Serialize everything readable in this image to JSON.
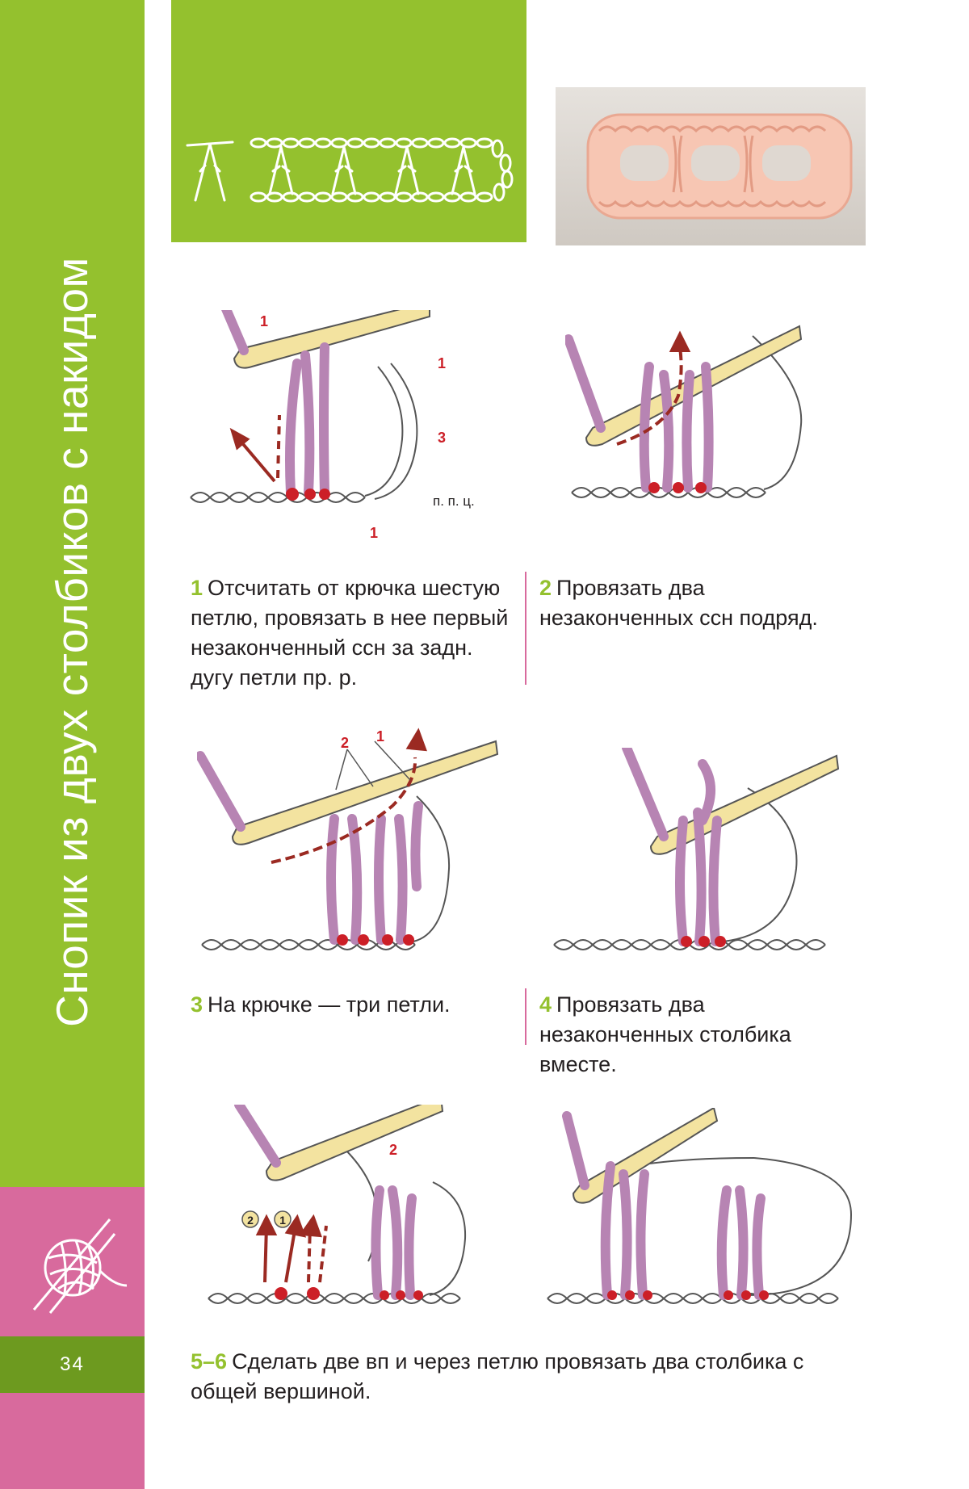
{
  "sidebar": {
    "title": "Снопик из двух столбиков с накидом",
    "page_number": "34",
    "logo_icon": "yarn-ball-icon"
  },
  "colors": {
    "green": "#94c12e",
    "pink": "#d86a9d",
    "dark_green": "#6d9a1f",
    "yarn_purple": "#b784b3",
    "hook_yellow": "#f3e3a0",
    "marker_red": "#cc1f27",
    "sample_peach": "#f6c7b6"
  },
  "figures": {
    "fig1": {
      "labels": [
        "1",
        "1",
        "3",
        "1"
      ],
      "chain_label": "п. п. ц."
    },
    "fig3": {
      "labels": [
        "2",
        "1"
      ]
    },
    "fig5": {
      "labels": [
        "2"
      ],
      "circled_labels": [
        "2",
        "1"
      ]
    }
  },
  "steps": [
    {
      "number": "1",
      "text": "Отсчитать от крючка шестую петлю, провязать в нее первый незаконченный ссн за задн. дугу петли пр. р."
    },
    {
      "number": "2",
      "text": "Провязать два незаконченных ссн подряд."
    },
    {
      "number": "3",
      "text": "На крючке — три петли."
    },
    {
      "number": "4",
      "text": "Провязать два незаконченных столбика вместе."
    },
    {
      "number": "5–6",
      "text": "Сделать две вп и через петлю провязать два столбика с общей вершиной."
    }
  ]
}
